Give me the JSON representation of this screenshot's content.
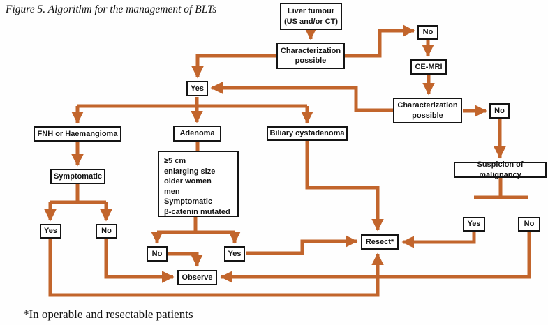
{
  "title": "Figure 5. Algorithm for the management of BLTs",
  "footnote": "*In operable and resectable patients",
  "colors": {
    "arrow": "#c2652c",
    "box_border": "#141414",
    "box_fill": "#ffffff",
    "text": "#141414",
    "background": "#fefefe"
  },
  "nodes": {
    "liver_tumour": "Liver tumour\n(US and/or CT)",
    "characterization_1": "Characterization\npossible",
    "no_char_1": "No",
    "ce_mri": "CE-MRI",
    "yes_char": "Yes",
    "characterization_2": "Characterization\npossible",
    "no_char_2": "No",
    "fnh": "FNH or Haemangioma",
    "adenoma": "Adenoma",
    "biliary_cystadenoma": "Biliary cystadenoma",
    "suspicion_of_malignancy": "Suspicion of malignancy",
    "symptomatic": "Symptomatic",
    "adenoma_criteria": "≥5 cm\nenlarging size\nolder women\nmen\nSymptomatic\nβ-catenin mutated",
    "yes_symptomatic": "Yes",
    "no_symptomatic": "No",
    "no_criteria": "No",
    "yes_criteria": "Yes",
    "yes_suspicion": "Yes",
    "no_suspicion": "No",
    "resect": "Resect*",
    "observe": "Observe"
  }
}
